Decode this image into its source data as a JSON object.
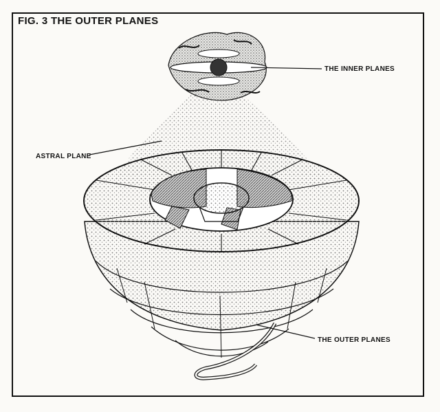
{
  "figure": {
    "title": "FIG. 3 THE OUTER PLANES"
  },
  "labels": {
    "inner_planes": "THE INNER PLANES",
    "astral_plane": "ASTRAL PLANE",
    "outer_planes": "THE OUTER PLANES"
  },
  "colors": {
    "ink": "#111111",
    "paper": "#fbfaf7",
    "stipple": "#9a9a9a"
  }
}
